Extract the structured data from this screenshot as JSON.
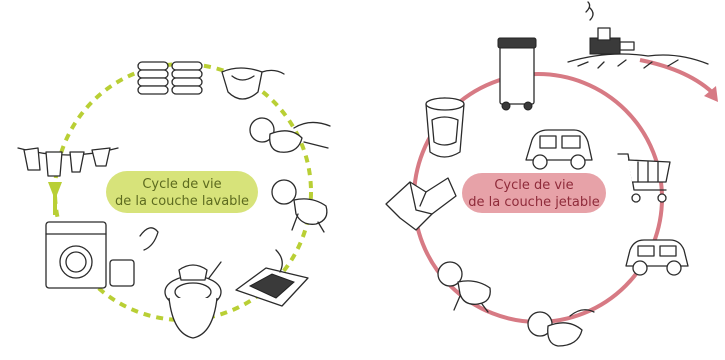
{
  "diagrams": {
    "washable": {
      "label_line1": "Cycle de vie",
      "label_line2": "de la couche lavable",
      "color": "#b9cf35",
      "label_bg": "#d7e37a"
    },
    "disposable": {
      "label_line1": "Cycle de vie",
      "label_line2": "de la couche jetable",
      "color": "#d77a84",
      "label_bg": "#e7a2a8"
    }
  },
  "icons": [
    "folded-diapers-icon",
    "diaper-icon",
    "changing-diaper-icon",
    "crawling-baby-icon",
    "dirty-diaper-icon",
    "toilet-icon",
    "washing-machine-icon",
    "clothesline-icon",
    "trash-bin-icon",
    "landfill-bulldozer-icon",
    "diaper-pail-icon",
    "car-icon",
    "shopping-cart-icon",
    "discarded-diaper-icon"
  ]
}
